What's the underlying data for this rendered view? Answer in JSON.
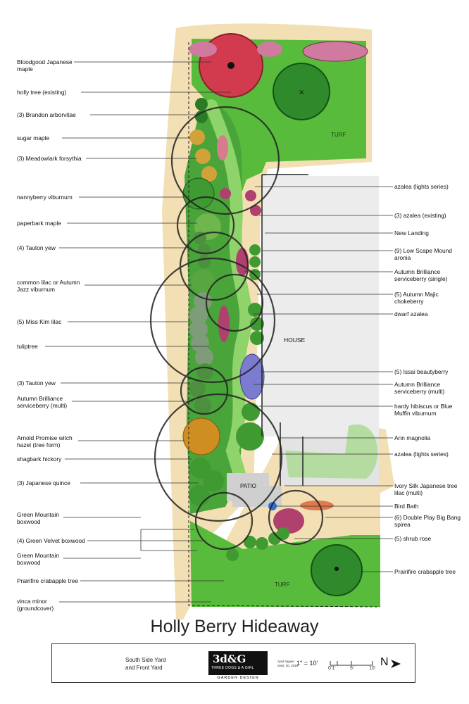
{
  "title": "Holly Berry Hideaway",
  "labels_left": [
    "Bloodgood Japanese maple",
    "holly tree (existing)",
    "(3) Brandon arborvitae",
    "sugar maple",
    "(3) Meadowlark forsythia",
    "nannyberry viburnum",
    "paperbark maple",
    "(4) Tauton yew",
    "common lilac or Autumn Jazz viburnum",
    "(5) Miss Kim lilac",
    "tuliptree",
    "(3) Tauton yew",
    "Autumn Brilliance serviceberry (multi)",
    "Arnold Promise witch hazel (tree form)",
    "shagbark hickory",
    "(3) Japanese quince",
    "Green Mountain boxwood",
    "(4) Green Velvet boxwood",
    "Green Mountain boxwood",
    "Prairifire crabapple tree",
    "vinca minor (groundcover)"
  ],
  "labels_right": [
    "azalea (lights series)",
    "(3) azalea (existing)",
    "New Landing",
    "(9) Low Scape Mound aronia",
    "Autumn Brilliance serviceberry (single)",
    "(5) Autumn Majic chokeberry",
    "dwarf azalea",
    "(5) Issai beautyberry",
    "Autumn Brilliance serviceberry (multi)",
    "hardy hibiscus or Blue Muffin viburnum",
    "Ann magnolia",
    "azalea (lights series)",
    "Ivory Silk Japanese tree lilac (multi)",
    "Bird Bath",
    "(6) Double Play Big Bang spirea",
    "(5) shrub rose",
    "Prairifire crabapple tree"
  ],
  "plan_labels": {
    "turf_top": "TURF",
    "house": "HOUSE",
    "patio": "PATIO",
    "turf_bottom": "TURF"
  },
  "title_block": {
    "subtitle": "South Side Yard\nand Front Yard",
    "logo_main": "3d&G",
    "logo_sub": "THREE DOGS & A GIRL",
    "logo_strip": "GARDEN DESIGN",
    "credit": "April Algaier\nSept. 30, 2019",
    "scale_text": "1\" = 10'",
    "scale_ticks": [
      "0'1'",
      "5'",
      "10'"
    ],
    "north": "N"
  },
  "colors": {
    "sand": "#efd7a8",
    "turf": "#5cbf3f",
    "bed_green": "#3e9a33",
    "maple_red": "#d9374a",
    "house_gray": "#e6e6e6",
    "patio_gray": "#d4d4d4"
  }
}
